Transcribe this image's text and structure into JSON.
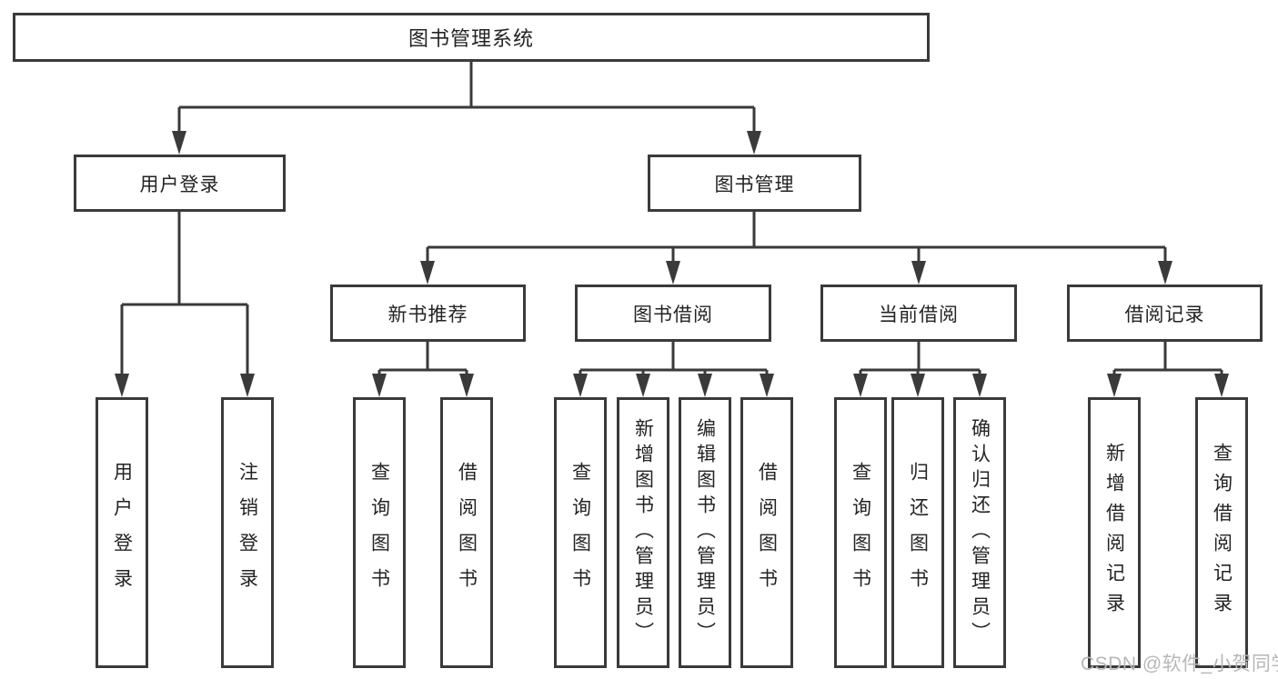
{
  "diagram": {
    "root": "图书管理系统",
    "user_branch": {
      "label": "用户登录",
      "children": [
        "用户登录",
        "注销登录"
      ]
    },
    "book_branch": {
      "label": "图书管理",
      "groups": [
        {
          "label": "新书推荐",
          "children": [
            "查询图书",
            "借阅图书"
          ]
        },
        {
          "label": "图书借阅",
          "children": [
            "查询图书",
            "新增图书（管理员）",
            "编辑图书（管理员）",
            "借阅图书"
          ]
        },
        {
          "label": "当前借阅",
          "children": [
            "查询图书",
            "归还图书",
            "确认归还（管理员）"
          ]
        },
        {
          "label": "借阅记录",
          "children": [
            "新增借阅记录",
            "查询借阅记录"
          ]
        }
      ]
    }
  },
  "watermark": {
    "text": "CSDN @软件_小贺同学"
  },
  "colors": {
    "line": "#3a3a3a",
    "box_border": "#3a3a3a",
    "text": "#232323",
    "watermark": "#b7b7b7",
    "background": "#ffffff"
  }
}
